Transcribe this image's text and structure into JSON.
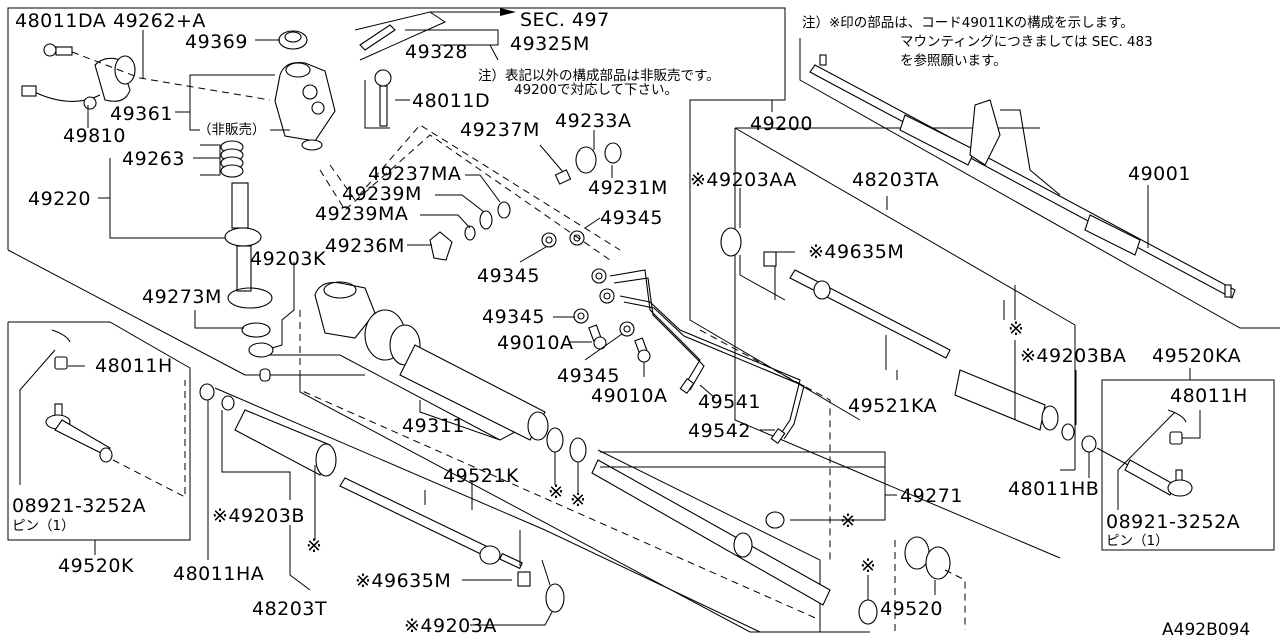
{
  "diagram": {
    "diagram_code": "A492B094",
    "notes": {
      "top_right_line1": "注）※印の部品は、コード49011Kの構成を示します。",
      "top_right_line2": "マウンティングにつきましては SEC. 483",
      "top_right_line3": "を参照願います。",
      "center_line1": "注）表記以外の構成部品は非販売です。",
      "center_line2": "49200で対応して下さい。",
      "not_sold": "（非販売）",
      "section_ref": "SEC. 497"
    },
    "labels": {
      "p48011DA": "48011DA",
      "p49262A": "49262+A",
      "p49369": "49369",
      "p49328": "49328",
      "p49325M": "49325M",
      "p49361": "49361",
      "p48011D": "48011D",
      "p49810": "49810",
      "p49263": "49263",
      "p49220": "49220",
      "p49237M": "49237M",
      "p49233A": "49233A",
      "p49231M": "49231M",
      "p49237MA": "49237MA",
      "p49239M": "49239M",
      "p49239MA": "49239MA",
      "p49236M": "49236M",
      "p49345a": "49345",
      "p49345b": "49345",
      "p49345c": "49345",
      "p49345d": "49345",
      "p49203K": "49203K",
      "p49273M": "49273M",
      "p49010Aa": "49010A",
      "p49010Ab": "49010A",
      "p49311": "49311",
      "p49541": "49541",
      "p49542": "49542",
      "p49200": "49200",
      "p49203AA": "※49203AA",
      "p48203TA": "48203TA",
      "p49001": "49001",
      "p49635Ma": "※49635M",
      "p49203BA": "※49203BA",
      "p49520KA": "49520KA",
      "p49521KA": "49521KA",
      "p48011Hr": "48011H",
      "p48011HB": "48011HB",
      "p089213252Ar": "08921-3252A",
      "pin_r": "ピン（1）",
      "p48011Hl": "48011H",
      "p089213252Al": "08921-3252A",
      "pin_l": "ピン（1）",
      "p49520K": "49520K",
      "p48011HA": "48011HA",
      "p49203B": "※49203B",
      "p48203T": "48203T",
      "p49521K": "49521K",
      "p49635Mb": "※49635M",
      "p49203A": "※49203A",
      "p49271": "49271",
      "p49520": "49520",
      "mark": "※"
    }
  }
}
